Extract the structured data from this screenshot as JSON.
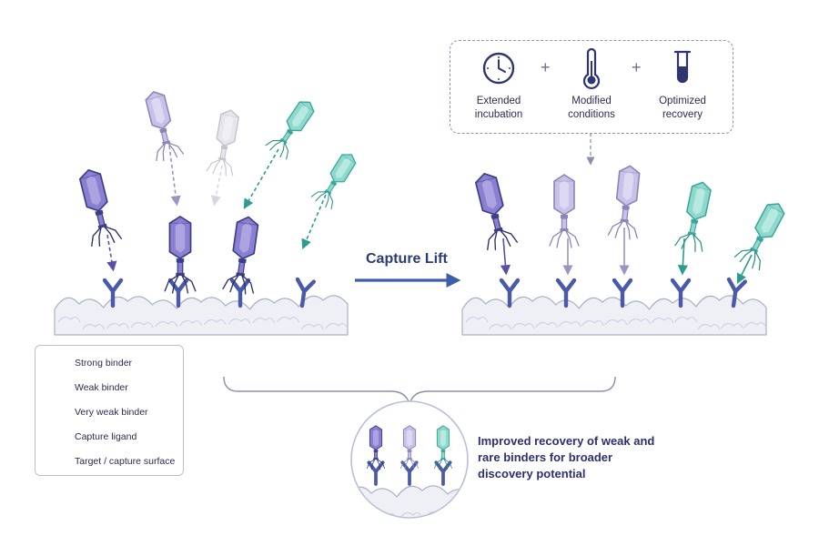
{
  "conditions": {
    "items": [
      {
        "label_line1": "Extended",
        "label_line2": "incubation",
        "icon": "clock-icon"
      },
      {
        "label_line1": "Modified",
        "label_line2": "conditions",
        "icon": "thermometer-icon"
      },
      {
        "label_line1": "Optimized",
        "label_line2": "recovery",
        "icon": "test-tube-icon"
      }
    ],
    "plus": "+"
  },
  "process_label": "Capture Lift",
  "legend": {
    "items": [
      {
        "label": "Strong binder",
        "icon": "strong-binder-phage-icon"
      },
      {
        "label": "Weak binder",
        "icon": "weak-binder-phage-icon"
      },
      {
        "label": "Very weak binder",
        "icon": "very-weak-binder-phage-icon"
      },
      {
        "label": "Capture ligand",
        "icon": "capture-ligand-icon"
      },
      {
        "label": "Target / capture surface",
        "icon": "capture-surface-icon"
      }
    ]
  },
  "summary": {
    "text": "Improved recovery of weak and rare binders for broader discovery potential"
  },
  "colors": {
    "strong": "#8a7fd0",
    "strong_stroke": "#3c3f88",
    "weak": "#c8c2e8",
    "weak_stroke": "#8a84b8",
    "very_weak": "#8fd8cc",
    "very_weak_stroke": "#3aa79a",
    "ghost": "#e6e6ec",
    "ghost_stroke": "#c4c4cf",
    "ligand": "#4b5aa6",
    "arrow": "#3d5ea8",
    "surface": "#eef0f6",
    "surface_stroke": "#aab0c8"
  }
}
